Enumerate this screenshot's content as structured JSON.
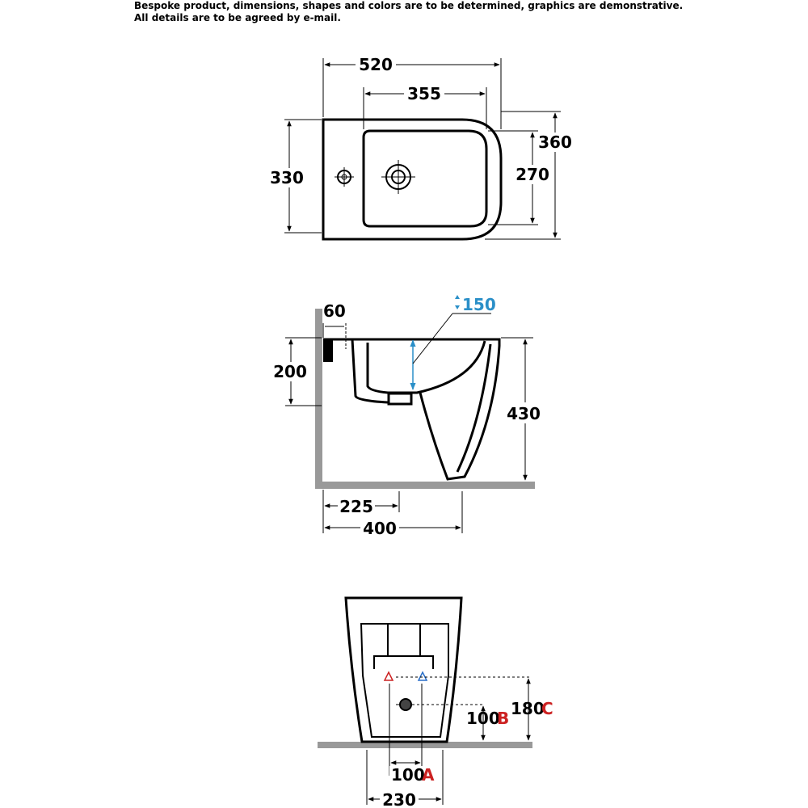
{
  "notice": {
    "line1": "Bespoke product, dimensions, shapes and colors are to be determined, graphics are demonstrative.",
    "line2": "All details are to be agreed by e-mail."
  },
  "top_view": {
    "overall_length": "520",
    "bowl_length": "355",
    "overall_width": "330",
    "depth_right_outer": "360",
    "bowl_width": "270"
  },
  "side_view": {
    "wall_offset": "60",
    "water_depth": "150",
    "rim_height_to_outlet": "200",
    "overall_height": "430",
    "outlet_distance": "225",
    "overall_depth": "400"
  },
  "rear_view": {
    "supply_height_value": "180",
    "supply_height_letter": "C",
    "drain_height_value": "100",
    "drain_height_letter": "B",
    "supply_spacing_value": "100",
    "supply_spacing_letter": "A",
    "base_width": "230"
  },
  "colors": {
    "line": "#000000",
    "floor": "#999999",
    "water_arrow": "#2a8fc8",
    "hot_marker": "#cc2222",
    "cold_marker": "#2a6fc8",
    "code_letters": "#cc2222"
  }
}
